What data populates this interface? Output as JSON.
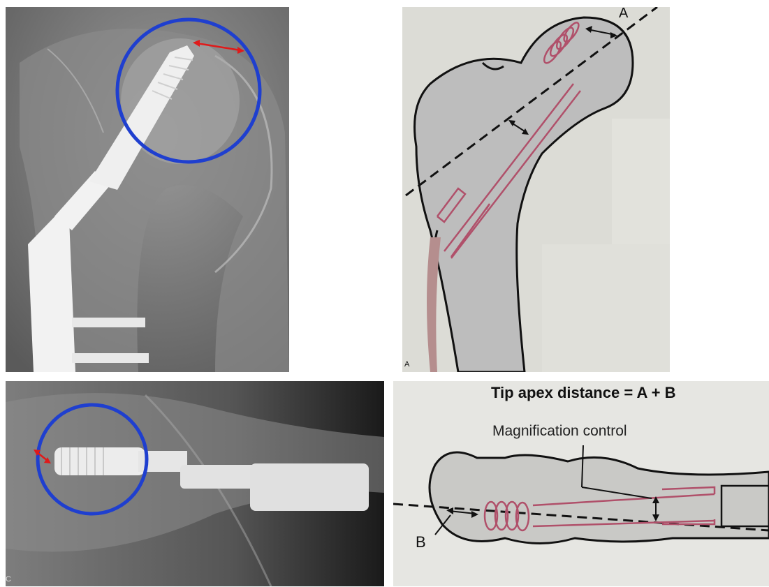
{
  "panels": {
    "ap_xray": {
      "circle_color": "#1f3fcf",
      "arrow_color": "#e01a1a"
    },
    "ap_diagram": {
      "letter_a": "A",
      "corner_label": "A",
      "implant_color": "#b0506a"
    },
    "lateral_xray": {
      "corner_label": "C",
      "circle_color": "#1f3fcf",
      "arrow_color": "#e01a1a"
    },
    "lateral_diagram": {
      "title": "Tip apex distance = A + B",
      "magnification_label": "Magnification control",
      "letter_b": "B",
      "implant_color": "#b0506a"
    }
  }
}
